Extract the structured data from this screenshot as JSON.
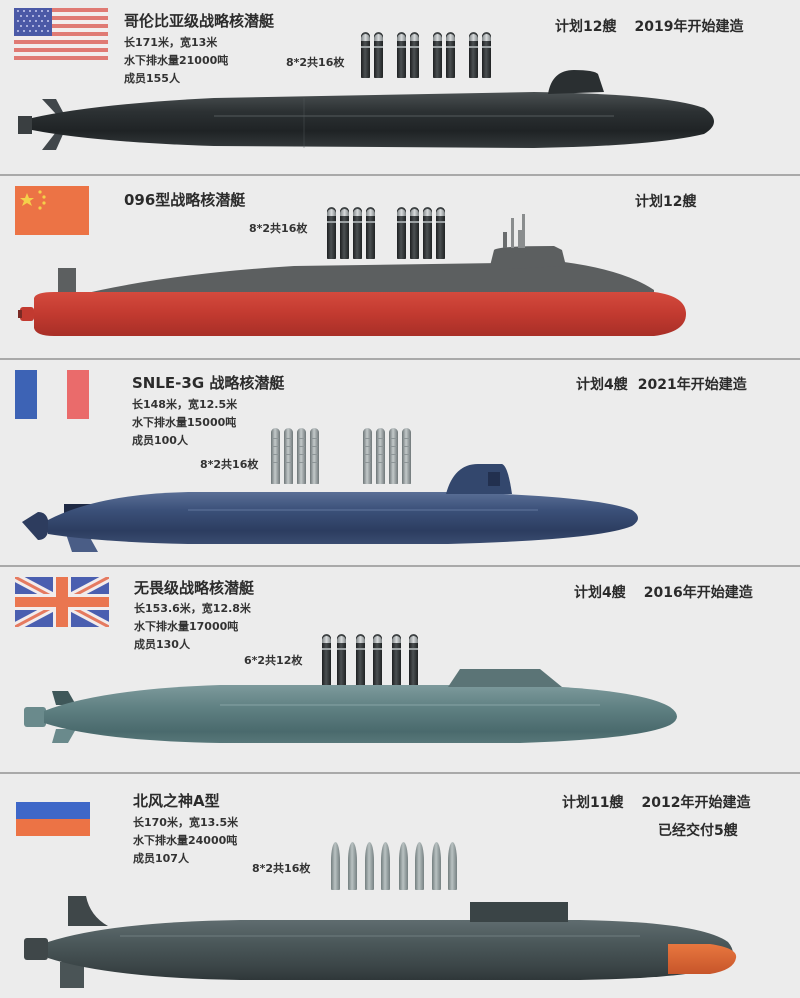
{
  "infographic": {
    "submarines": [
      {
        "country": "USA",
        "flag_icon": "us-flag-icon",
        "name": "哥伦比亚级战略核潜艇",
        "specs": [
          "长171米，宽13米",
          "水下排水量21000吨",
          "成员155人"
        ],
        "missiles_label": "8*2共16枚",
        "missile_count": 16,
        "plan": "计划12艘",
        "build_start": "2019年开始建造",
        "hull_color": "#2e3335"
      },
      {
        "country": "China",
        "flag_icon": "cn-flag-icon",
        "name": "096型战略核潜艇",
        "specs": [],
        "missiles_label": "8*2共16枚",
        "missile_count": 16,
        "plan": "计划12艘",
        "build_start": "",
        "hull_color": "#c23a30",
        "deck_color": "#5c5f60"
      },
      {
        "country": "France",
        "flag_icon": "fr-flag-icon",
        "name": "SNLE-3G 战略核潜艇",
        "specs": [
          "长148米，宽12.5米",
          "水下排水量15000吨",
          "成员100人"
        ],
        "missiles_label": "8*2共16枚",
        "missile_count": 16,
        "plan": "计划4艘",
        "build_start": "2021年开始建造",
        "hull_color": "#364a70"
      },
      {
        "country": "UK",
        "flag_icon": "uk-flag-icon",
        "name": "无畏级战略核潜艇",
        "specs": [
          "长153.6米，宽12.8米",
          "水下排水量17000吨",
          "成员130人"
        ],
        "missiles_label": "6*2共12枚",
        "missile_count": 12,
        "plan": "计划4艘",
        "build_start": "2016年开始建造",
        "hull_color": "#5c7d80"
      },
      {
        "country": "Russia",
        "flag_icon": "ru-flag-icon",
        "name": "北风之神A型",
        "specs": [
          "长170米，宽13.5米",
          "水下排水量24000吨",
          "成员107人"
        ],
        "missiles_label": "8*2共16枚",
        "missile_count": 16,
        "plan": "计划11艘",
        "build_start": "2012年开始建造",
        "delivered": "已经交付5艘",
        "hull_color": "#4a5759",
        "nose_color": "#d8652f"
      }
    ]
  },
  "colors": {
    "background": "#ececec",
    "divider": "#a9a9a9",
    "text": "#2b2b2b"
  }
}
